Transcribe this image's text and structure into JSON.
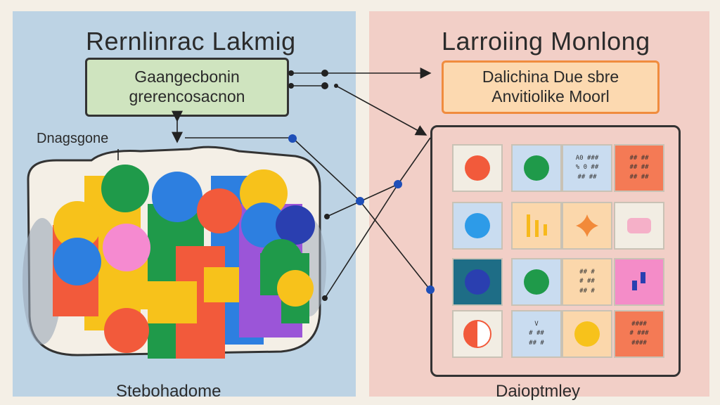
{
  "colors": {
    "left_panel_bg": "#bdd3e4",
    "right_panel_bg": "#f2cfc7",
    "green_box_bg": "#cfe4bf",
    "orange_box_bg": "#fcd9b0",
    "orange_box_border": "#f08c3e",
    "connector": "#222222",
    "node_blue": "#1f4fb8",
    "accent_red": "#f25a3b",
    "accent_green": "#1f9a4a",
    "accent_blue": "#2d7fe0",
    "accent_yellow": "#f7c21b",
    "accent_pink": "#f58ad0",
    "accent_purple": "#9b55d8"
  },
  "left": {
    "title": "Rernlinrac Lakmig",
    "box": {
      "line1": "Gaangecbonin",
      "line2": "grerencosacnon"
    },
    "side_label": "Dnagsgone",
    "caption": "Stebohadome"
  },
  "right": {
    "title": "Larroiing Monlong",
    "box": {
      "line1": "Dalichina Due sbre",
      "line2": "Anvitiolike Moorl"
    },
    "caption": "Daioptmley"
  },
  "tiles": [
    {
      "bg": "#f2ede3",
      "kind": "dot",
      "dot": "#f25a3b"
    },
    {
      "bg": "#c9dcf0",
      "kind": "dot",
      "dot": "#1f9a4a"
    },
    {
      "bg": "#c9dcf0",
      "kind": "text",
      "text": "A0 ###\n% 0 ##\n## ##"
    },
    {
      "bg": "#f47a55",
      "kind": "text",
      "text": "## ##\n## ##\n## ##"
    },
    {
      "bg": "#c9dcf0",
      "kind": "dot",
      "dot": "#2d9be8"
    },
    {
      "bg": "#fbd7ab",
      "kind": "bars",
      "dot": "#f7b91b"
    },
    {
      "bg": "#fbd7ab",
      "kind": "star",
      "dot": "#f28a3a"
    },
    {
      "bg": "#f2ede3",
      "kind": "blob",
      "dot": "#f5b0c8"
    },
    {
      "bg": "#1e6d86",
      "kind": "dot",
      "dot": "#2a3fb0"
    },
    {
      "bg": "#c9dcf0",
      "kind": "dot",
      "dot": "#1f9a4a"
    },
    {
      "bg": "#fbd7ab",
      "kind": "text",
      "text": "## #\n# ##\n## #"
    },
    {
      "bg": "#f48cc8",
      "kind": "pinkbars",
      "dot": "#2a3fb0"
    },
    {
      "bg": "#f2ede3",
      "kind": "half",
      "dot": "#f25a3b"
    },
    {
      "bg": "#c9dcf0",
      "kind": "text",
      "text": "V\n# ##\n## #"
    },
    {
      "bg": "#fbd7ab",
      "kind": "dot",
      "dot": "#f7c21b"
    },
    {
      "bg": "#f47a55",
      "kind": "text",
      "text": "####\n# ###\n####"
    }
  ]
}
